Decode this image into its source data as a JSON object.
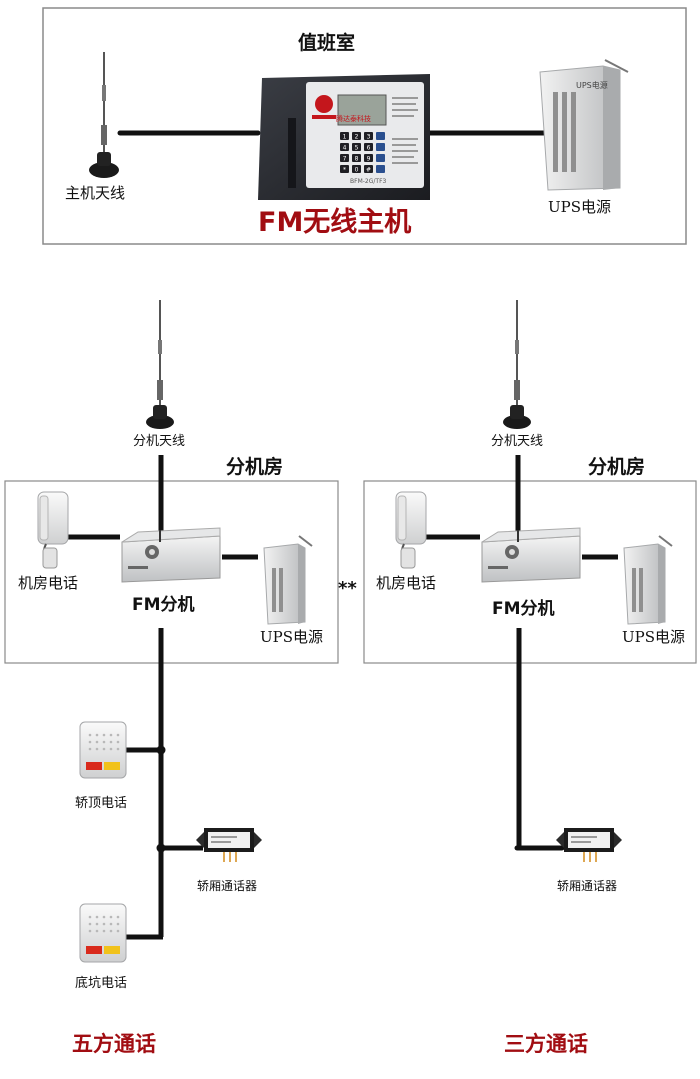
{
  "duty_room": {
    "title": "值班室",
    "main_antenna_label": "主机天线",
    "host_label": "FM无线主机",
    "ups_label": "UPS电源",
    "host_brand": "腾达泰科技",
    "host_model": "BFM-2G/TF3",
    "ups_device_text": "UPS电源",
    "keypad_keys": [
      "1",
      "2",
      "3",
      "",
      "4",
      "5",
      "6",
      "",
      "7",
      "8",
      "9",
      "",
      "*",
      "0",
      "#",
      ""
    ]
  },
  "left_station": {
    "room_title": "分机房",
    "antenna_label": "分机天线",
    "phone_label": "机房电话",
    "unit_label": "FM分机",
    "ups_label": "UPS电源",
    "car_top_label": "轿顶电话",
    "intercom_label": "轿厢通话器",
    "pit_label": "底坑电话",
    "mode_label": "五方通话"
  },
  "right_station": {
    "room_title": "分机房",
    "antenna_label": "分机天线",
    "phone_label": "机房电话",
    "unit_label": "FM分机",
    "ups_label": "UPS电源",
    "intercom_label": "轿厢通话器",
    "mode_label": "三方通话"
  },
  "separator": "**",
  "colors": {
    "wire": "#111111",
    "frame": "#8a8a8a",
    "accent_red": "#a10d12",
    "device_grey": "#d9dadb",
    "host_body": "#2b2d33",
    "lcd": "#9aa39a",
    "keypad_blue": "#2a4f8f"
  }
}
